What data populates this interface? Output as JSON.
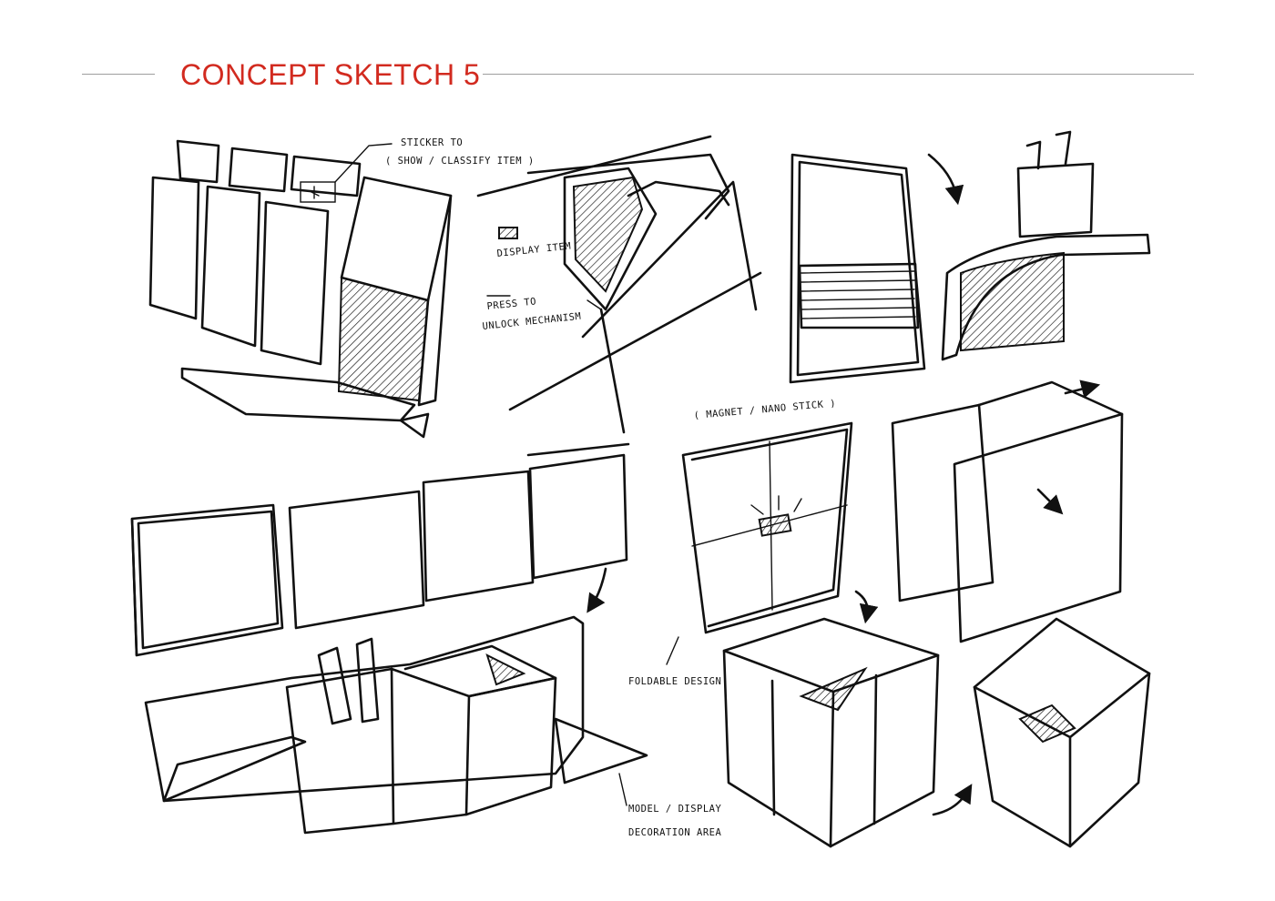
{
  "header": {
    "title": "CONCEPT SKETCH 5",
    "title_color": "#d22a1f",
    "rule_color": "#9e9e9e"
  },
  "annotations": {
    "sticker_line1": "STICKER TO",
    "sticker_line2": "( SHOW / CLASSIFY ITEM )",
    "display_item": "DISPLAY ITEM",
    "press_line1": "PRESS TO",
    "press_line2": "UNLOCK MECHANISM",
    "magnet": "( MAGNET / NANO STICK )",
    "foldable": "FOLDABLE DESIGN",
    "model_line1": "MODEL / DISPLAY",
    "model_line2": "DECORATION AREA"
  }
}
